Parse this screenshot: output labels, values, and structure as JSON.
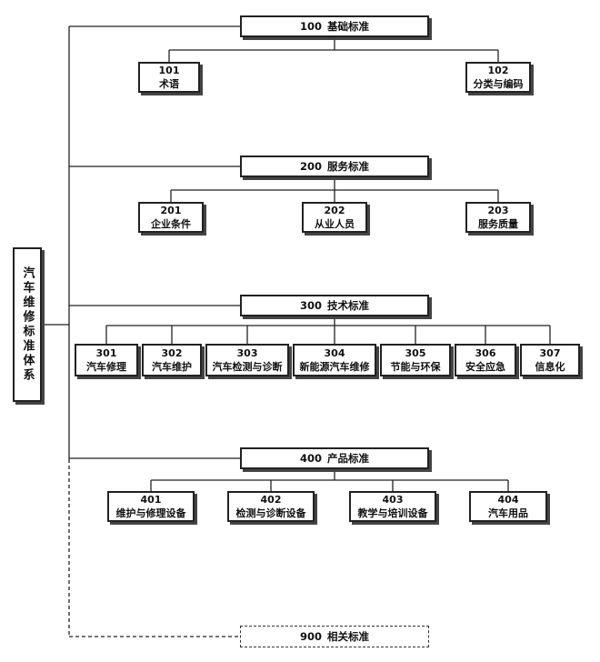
{
  "root": "汽车维修标准体系",
  "categories": [
    {
      "code": "100",
      "name": "基础标准",
      "children": [
        {
          "code": "101",
          "name": "术语"
        },
        {
          "code": "102",
          "name": "分类与编码"
        }
      ]
    },
    {
      "code": "200",
      "name": "服务标准",
      "children": [
        {
          "code": "201",
          "name": "企业条件"
        },
        {
          "code": "202",
          "name": "从业人员"
        },
        {
          "code": "203",
          "name": "服务质量"
        }
      ]
    },
    {
      "code": "300",
      "name": "技术标准",
      "children": [
        {
          "code": "301",
          "name": "汽车修理"
        },
        {
          "code": "302",
          "name": "汽车维护"
        },
        {
          "code": "303",
          "name": "汽车检测与诊断"
        },
        {
          "code": "304",
          "name": "新能源汽车维修"
        },
        {
          "code": "305",
          "name": "节能与环保"
        },
        {
          "code": "306",
          "name": "安全应急"
        },
        {
          "code": "307",
          "name": "信息化"
        }
      ]
    },
    {
      "code": "400",
      "name": "产品标准",
      "children": [
        {
          "code": "401",
          "name": "维护与修理设备"
        },
        {
          "code": "402",
          "name": "检测与诊断设备"
        },
        {
          "code": "403",
          "name": "教学与培训设备"
        },
        {
          "code": "404",
          "name": "汽车用品"
        }
      ]
    }
  ],
  "related": {
    "code": "900",
    "name": "相关标准"
  }
}
